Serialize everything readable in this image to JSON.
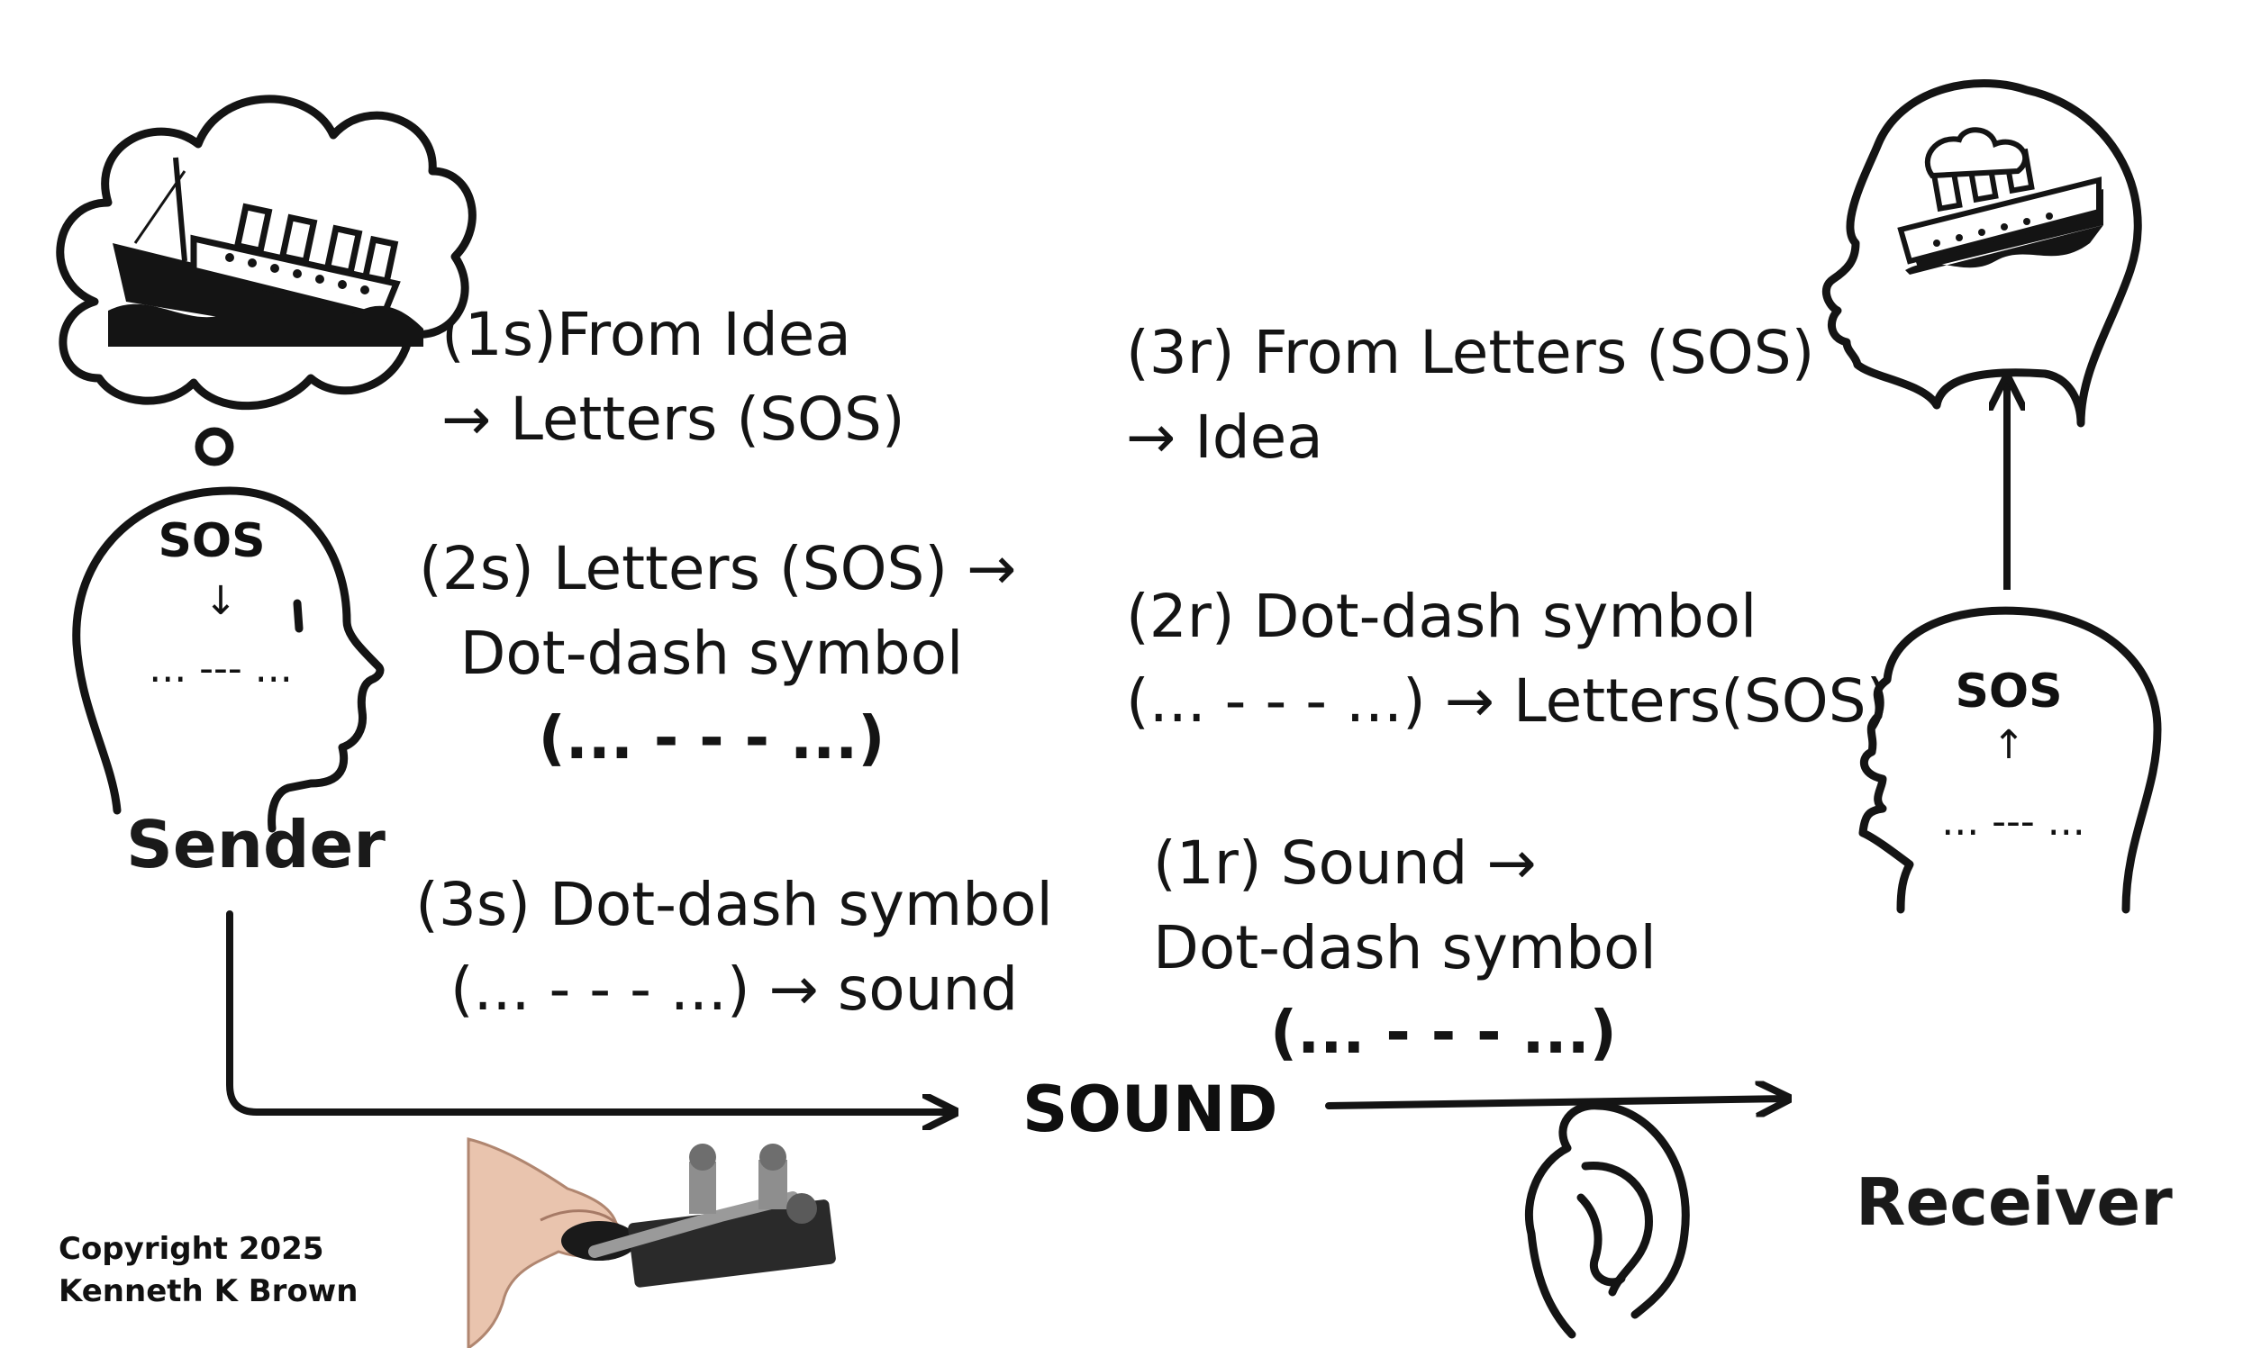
{
  "sender": {
    "label": "Sender",
    "head_top": "SOS",
    "head_arrow": "↓",
    "head_bottom": "... --- ..."
  },
  "receiver": {
    "label": "Receiver",
    "head_top": "SOS",
    "head_arrow": "↑",
    "head_bottom": "... --- ..."
  },
  "steps": {
    "s1": {
      "line1": "(1s)From Idea",
      "line2": "→ Letters (SOS)"
    },
    "s2": {
      "line1": "(2s) Letters (SOS) →",
      "line2": "Dot-dash symbol",
      "line3": "(... - - - ...)"
    },
    "s3": {
      "line1": "(3s) Dot-dash symbol",
      "line2": "(... - - - ...) → sound"
    },
    "r1": {
      "line1": "(1r) Sound →",
      "line2": "Dot-dash symbol",
      "line3": "(... - - - ...)"
    },
    "r2": {
      "line1": "(2r) Dot-dash symbol",
      "line2": "(... - - - ...) → Letters(SOS)"
    },
    "r3": {
      "line1": "(3r) From Letters (SOS)",
      "line2": "→ Idea"
    }
  },
  "channel": {
    "label": "SOUND"
  },
  "copyright": {
    "line1": "Copyright 2025",
    "line2": "Kenneth K Brown"
  },
  "icons": [
    "ship-icon",
    "thought-cloud-icon",
    "head-icon",
    "telegraph-key-icon",
    "ear-icon",
    "arrow-icon"
  ],
  "colors": {
    "ink": "#141414",
    "background": "#ffffff"
  }
}
